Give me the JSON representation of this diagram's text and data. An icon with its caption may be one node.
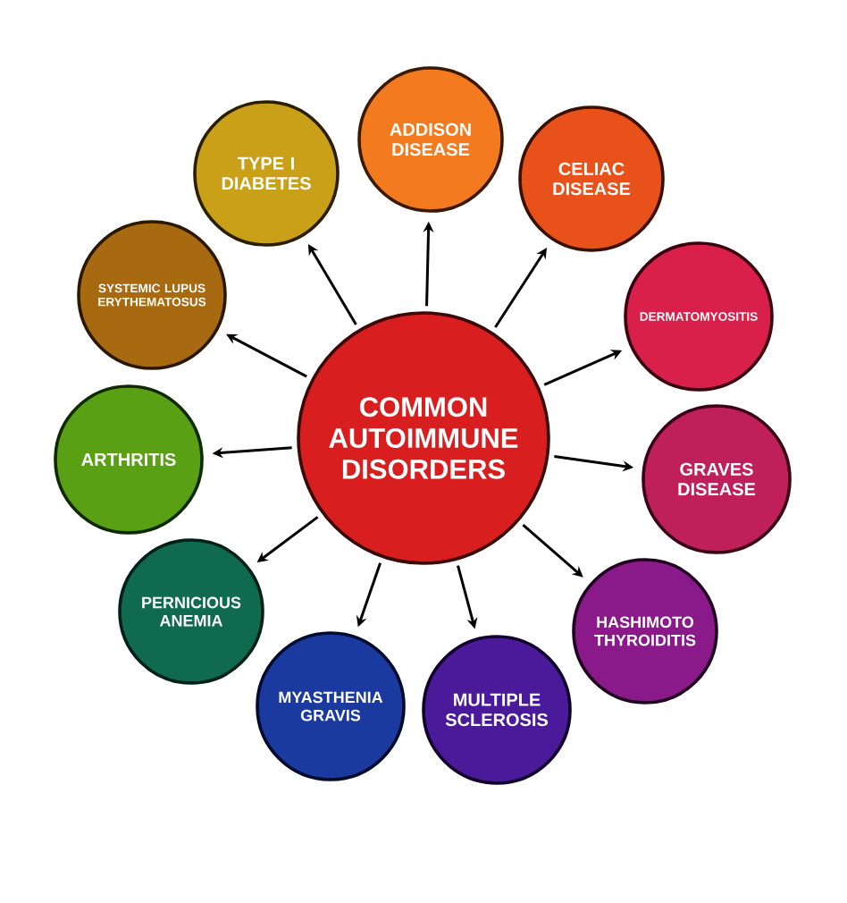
{
  "diagram": {
    "nodes": [
      {
        "text": [
          "COMMON AUTOIMMUNE DISORDERS"
        ]
      },
      {
        "text": [
          "TYPE I DIABETES"
        ]
      },
      {
        "text": [
          "ADDISON DISEASE"
        ]
      },
      {
        "text": [
          "CELIAC DISEASE"
        ]
      },
      {
        "text": [
          "SYSTEMIC LUPUS ERYTHEMATOSUS"
        ]
      },
      {
        "text": [
          "DERMATOMYOSITIS"
        ]
      },
      {
        "text": [
          "ARTHRITIS"
        ]
      },
      {
        "text": [
          "GRAVES DISEASE"
        ]
      },
      {
        "text": [
          "PERNICIOUS ANEMIA"
        ]
      },
      {
        "text": [
          "HASHIMOTO THYROIDITIS"
        ]
      },
      {
        "text": [
          "MYASTHENIA GRAVIS"
        ]
      },
      {
        "text": [
          "MULTIPLE SCLEROSIS"
        ]
      }
    ],
    "edges": [
      {
        "from": 0,
        "to": 1,
        "arrow": "to"
      },
      {
        "from": 0,
        "to": 2,
        "arrow": "to"
      },
      {
        "from": 0,
        "to": 3,
        "arrow": "to"
      },
      {
        "from": 0,
        "to": 4,
        "arrow": "to"
      },
      {
        "from": 0,
        "to": 5,
        "arrow": "to"
      },
      {
        "from": 0,
        "to": 6,
        "arrow": "to"
      },
      {
        "from": 0,
        "to": 7,
        "arrow": "to"
      },
      {
        "from": 0,
        "to": 8,
        "arrow": "to"
      },
      {
        "from": 0,
        "to": 9,
        "arrow": "to"
      },
      {
        "from": 0,
        "to": 10,
        "arrow": "to"
      },
      {
        "from": 0,
        "to": 11,
        "arrow": "to"
      }
    ]
  }
}
